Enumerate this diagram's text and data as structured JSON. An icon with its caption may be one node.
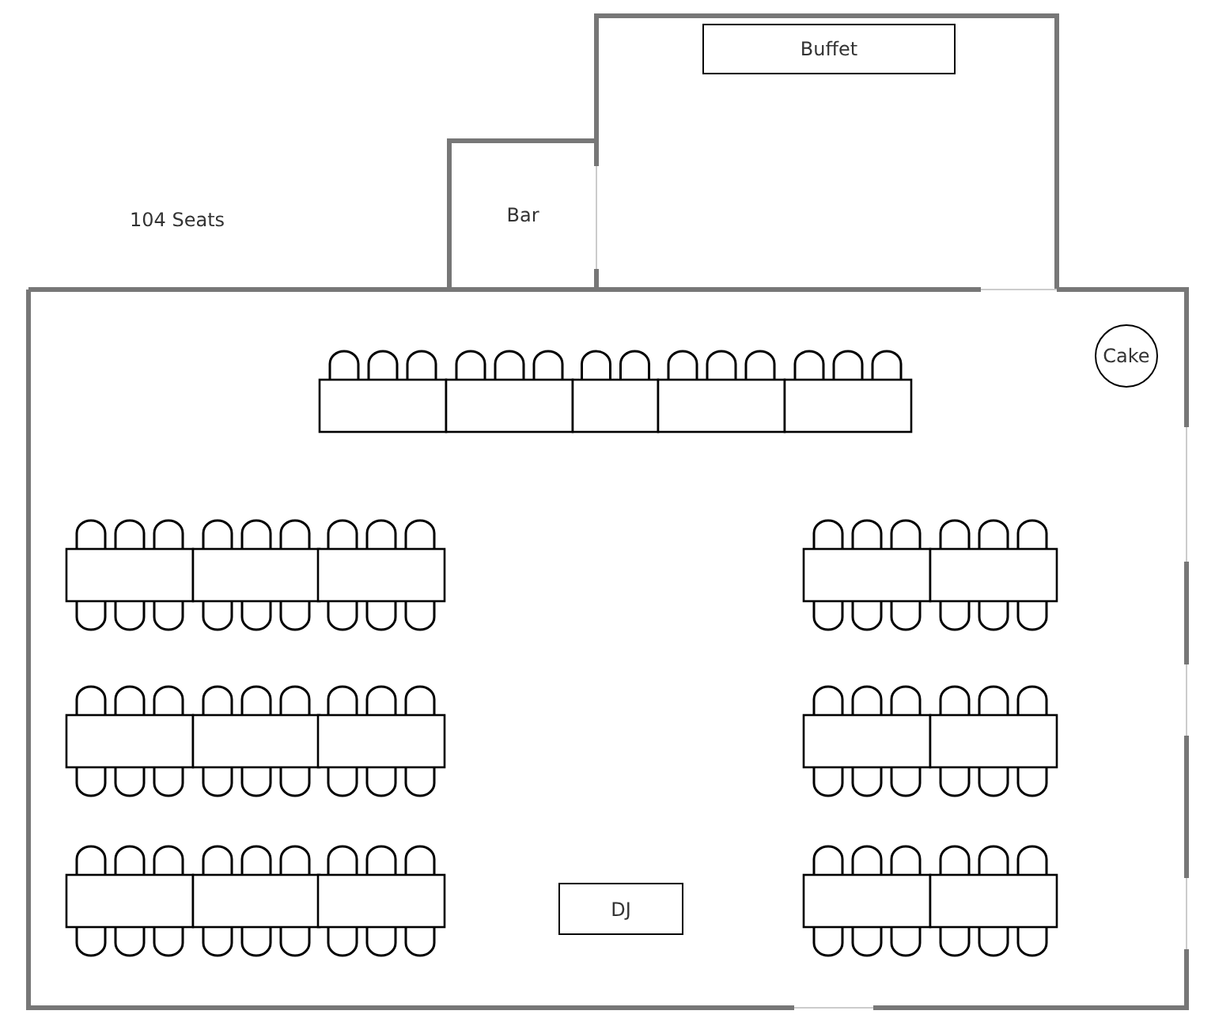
{
  "diagram": {
    "nodes": [
      {
        "text": [
          "Bar"
        ]
      },
      {
        "text": [
          "Buffet"
        ]
      },
      {
        "text": [
          "Cake"
        ]
      },
      {
        "text": [
          "DJ"
        ]
      }
    ],
    "labels": [
      "104 Seats"
    ]
  }
}
